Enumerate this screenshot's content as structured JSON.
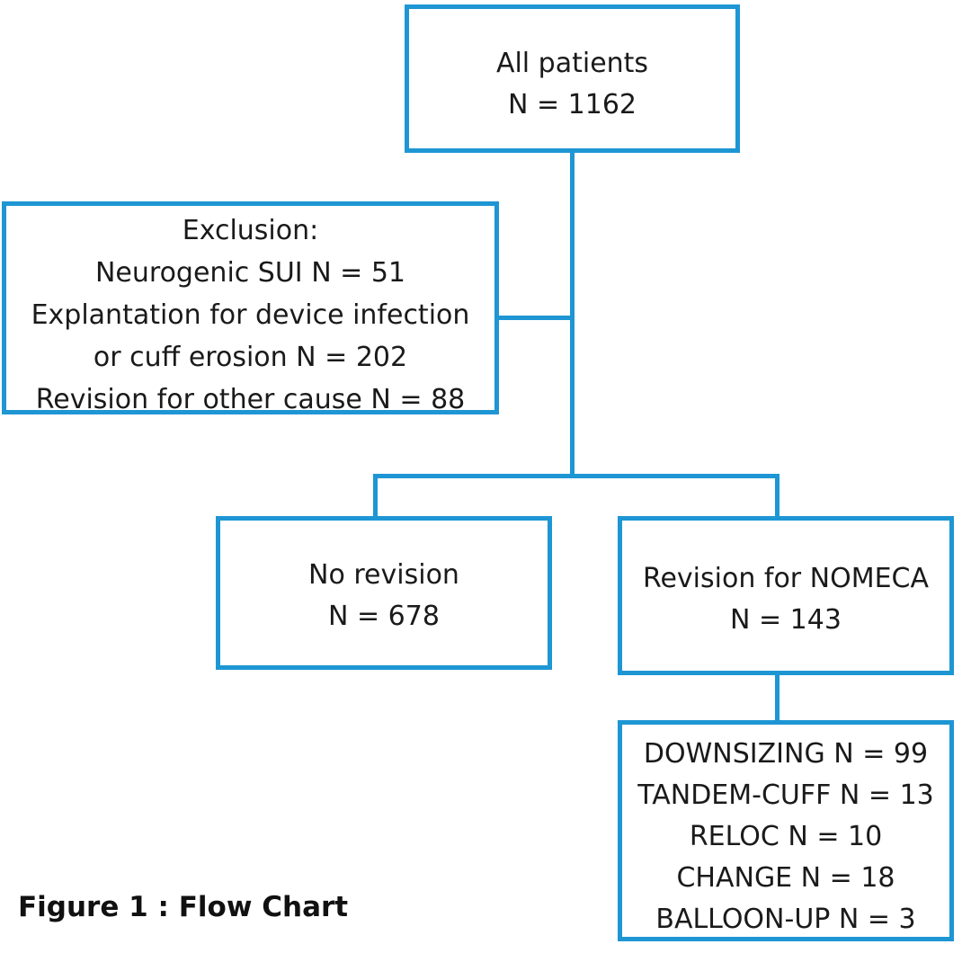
{
  "flowchart": {
    "all_patients": {
      "title": "All patients",
      "count": "N = 1162"
    },
    "exclusion": {
      "title": "Exclusion:",
      "lines": [
        "Neurogenic SUI N = 51",
        "Explantation for device infection",
        "or cuff erosion N = 202",
        "Revision for other cause N = 88"
      ]
    },
    "no_revision": {
      "title": "No revision",
      "count": "N = 678"
    },
    "revision_nomeca": {
      "title": "Revision for NOMECA",
      "count": "N = 143"
    },
    "revision_types": [
      "DOWNSIZING N = 99",
      "TANDEM-CUFF N = 13",
      "RELOC N = 10",
      "CHANGE N = 18",
      "BALLOON-UP N = 3"
    ]
  },
  "caption": "Figure 1 : Flow Chart",
  "colors": {
    "box_border": "#1e96d4",
    "text": "#1a1a1a"
  }
}
